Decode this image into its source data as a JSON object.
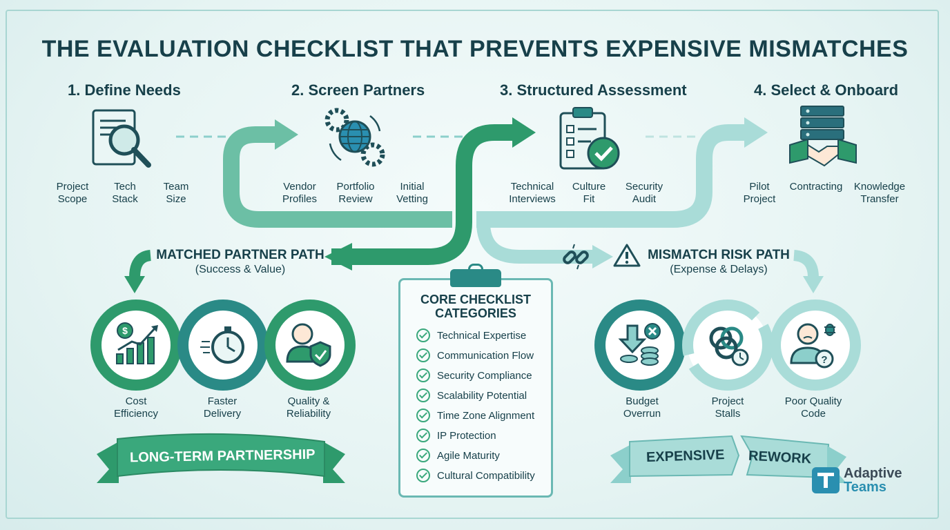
{
  "title": "THE EVALUATION CHECKLIST THAT PREVENTS EXPENSIVE MISMATCHES",
  "steps": [
    {
      "title": "1. Define Needs",
      "items": [
        "Project\nScope",
        "Tech\nStack",
        "Team\nSize"
      ]
    },
    {
      "title": "2. Screen Partners",
      "items": [
        "Vendor\nProfiles",
        "Portfolio\nReview",
        "Initial\nVetting"
      ]
    },
    {
      "title": "3. Structured Assessment",
      "items": [
        "Technical\nInterviews",
        "Culture\nFit",
        "Security\nAudit"
      ]
    },
    {
      "title": "4. Select & Onboard",
      "items": [
        "Pilot\nProject",
        "Contracting",
        "Knowledge\nTransfer"
      ]
    }
  ],
  "matched": {
    "title": "MATCHED PARTNER PATH",
    "subtitle": "(Success & Value)",
    "outcomes": [
      "Cost\nEfficiency",
      "Faster\nDelivery",
      "Quality &\nReliability"
    ],
    "banner": "LONG-TERM PARTNERSHIP"
  },
  "mismatch": {
    "title": "MISMATCH RISK PATH",
    "subtitle": "(Expense & Delays)",
    "outcomes": [
      "Budget\nOverrun",
      "Project\nStalls",
      "Poor Quality\nCode"
    ],
    "banner_left": "EXPENSIVE",
    "banner_right": "REWORK"
  },
  "checklist": {
    "title": "CORE CHECKLIST\nCATEGORIES",
    "items": [
      "Technical Expertise",
      "Communication Flow",
      "Security Compliance",
      "Scalability Potential",
      "Time Zone Alignment",
      "IP Protection",
      "Agile Maturity",
      "Cultural Compatibility"
    ]
  },
  "brand": {
    "line1": "Adaptive",
    "line2": "Teams"
  },
  "colors": {
    "dark_green": "#2e9a6c",
    "mid_teal": "#2a8a86",
    "light_teal": "#8ccfcb",
    "text": "#17404a"
  },
  "icons": {
    "step1": "document-magnifier-icon",
    "step2": "gears-globe-icon",
    "step3": "clipboard-check-icon",
    "step4": "server-handshake-icon",
    "cost": "dollar-chart-icon",
    "delivery": "stopwatch-icon",
    "quality": "person-shield-icon",
    "budget": "coins-down-icon",
    "stalls": "tangled-knot-icon",
    "code": "worried-person-bug-icon",
    "broken_link": "broken-link-icon",
    "warning": "warning-triangle-icon"
  }
}
